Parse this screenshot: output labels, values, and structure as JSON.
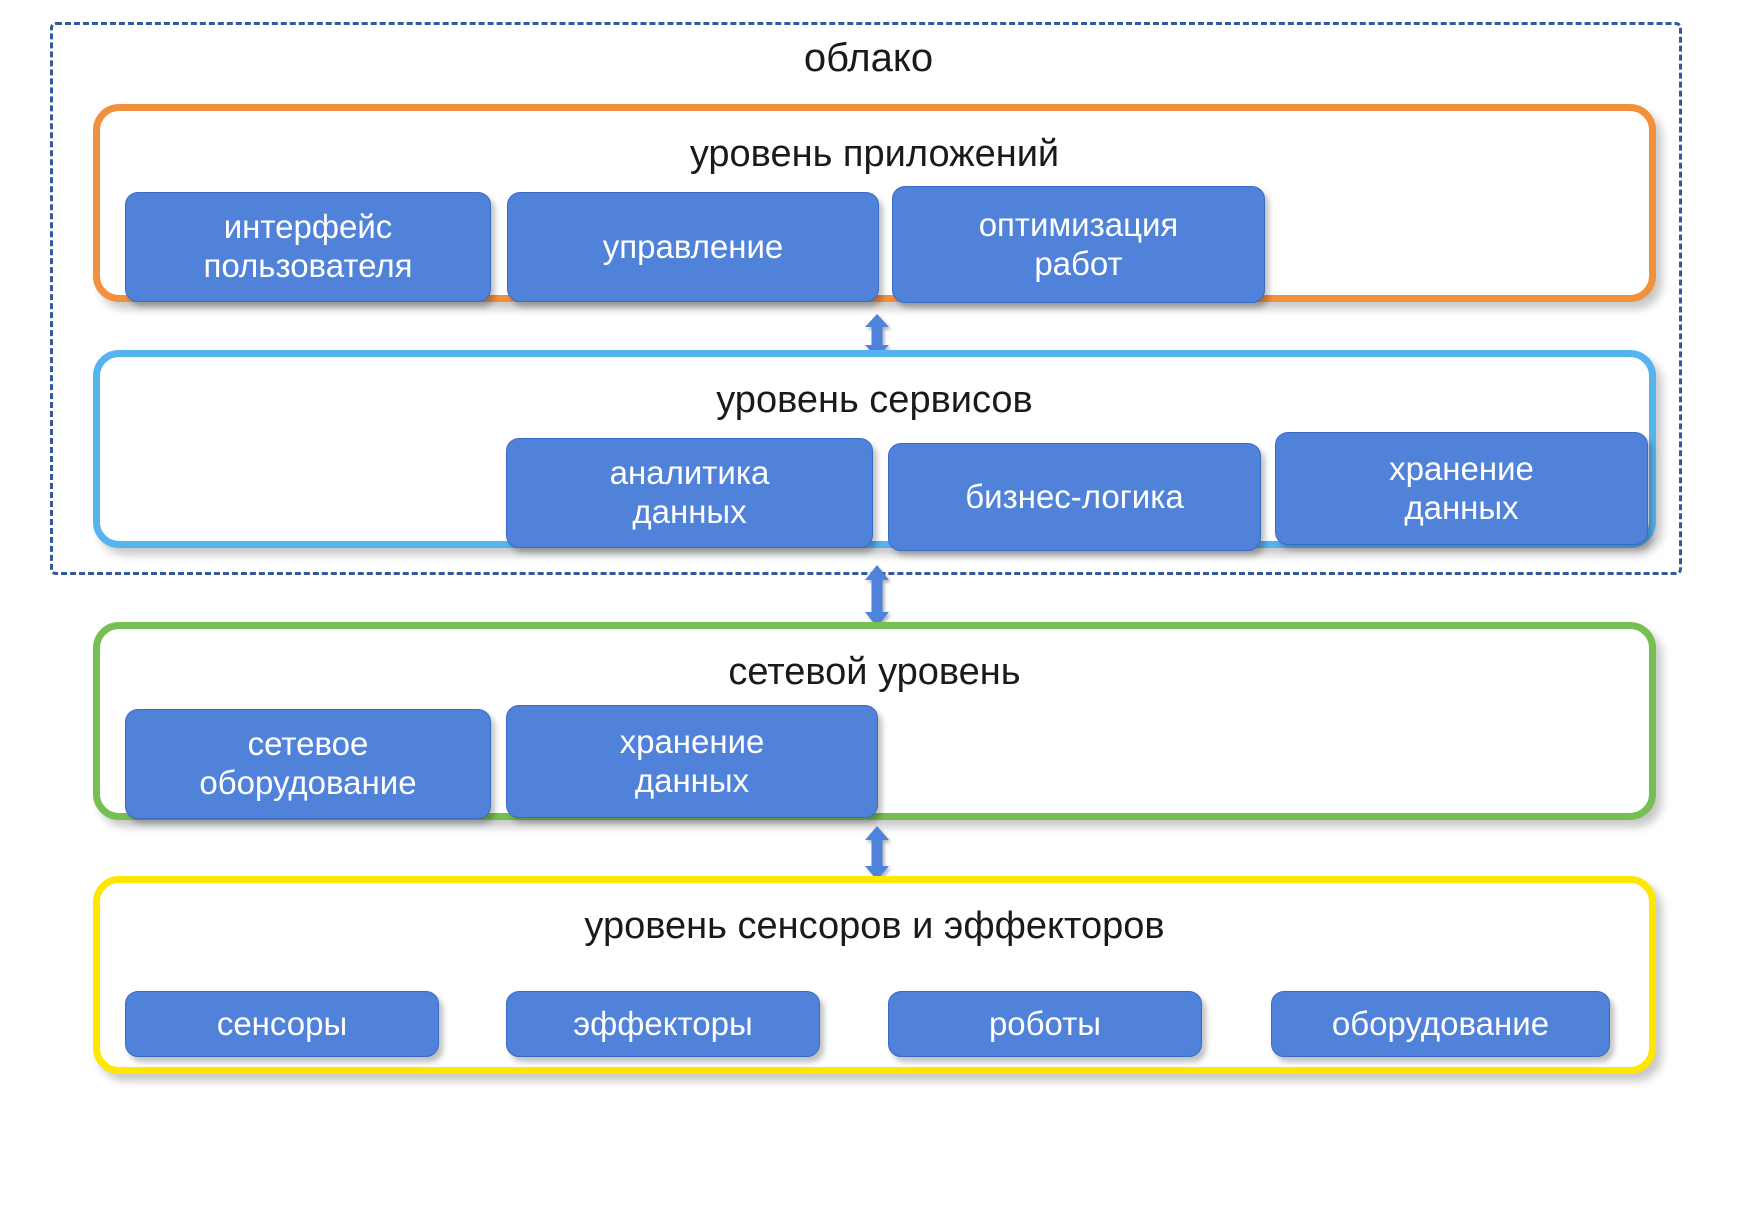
{
  "diagram": {
    "title": "облако",
    "cloud_label": "облако",
    "colors": {
      "cloud_border": "#36599B",
      "applications_border": "#F2913D",
      "services_border": "#55B3F0",
      "network_border": "#76BF52",
      "sensors_border": "#FFE600",
      "node_fill": "#5082DA",
      "node_text": "#FFFFFF",
      "arrow": "#5082DA",
      "text": "#1A1A1A"
    },
    "layers": [
      {
        "id": "applications",
        "title": "уровень приложений",
        "in_cloud": true,
        "nodes": [
          {
            "label": "интерфейс\nпользователя"
          },
          {
            "label": "управление"
          },
          {
            "label": "оптимизация\nработ"
          }
        ]
      },
      {
        "id": "services",
        "title": "уровень сервисов",
        "in_cloud": true,
        "nodes": [
          {
            "label": "аналитика\nданных"
          },
          {
            "label": "бизнес-логика"
          },
          {
            "label": "хранение\nданных"
          }
        ]
      },
      {
        "id": "network",
        "title": "сетевой уровень",
        "in_cloud": false,
        "nodes": [
          {
            "label": "сетевое\nоборудование"
          },
          {
            "label": "хранение\nданных"
          }
        ]
      },
      {
        "id": "sensors",
        "title": "уровень сенсоров и эффекторов",
        "in_cloud": false,
        "nodes": [
          {
            "label": "сенсоры"
          },
          {
            "label": "эффекторы"
          },
          {
            "label": "роботы"
          },
          {
            "label": "оборудование"
          }
        ]
      }
    ],
    "connectors": [
      {
        "id": "apps-services",
        "from": "applications",
        "to": "services",
        "type": "double-arrow-vertical"
      },
      {
        "id": "services-network",
        "from": "services",
        "to": "network",
        "type": "double-arrow-vertical"
      },
      {
        "id": "network-sensors",
        "from": "network",
        "to": "sensors",
        "type": "double-arrow-vertical"
      }
    ]
  }
}
